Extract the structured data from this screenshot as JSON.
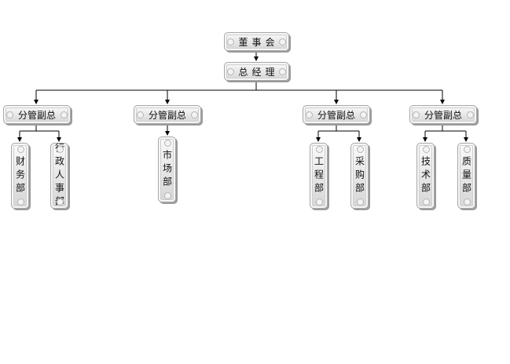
{
  "org_chart": {
    "board": {
      "label": "董事会"
    },
    "gm": {
      "label": "总经理"
    },
    "vps": [
      {
        "label": "分管副总",
        "departments": [
          {
            "label": "财务部"
          },
          {
            "label": "行政人事部"
          }
        ]
      },
      {
        "label": "分管副总",
        "departments": [
          {
            "label": "市场部"
          }
        ]
      },
      {
        "label": "分管副总",
        "departments": [
          {
            "label": "工程部"
          },
          {
            "label": "采购部"
          }
        ]
      },
      {
        "label": "分管副总",
        "departments": [
          {
            "label": "技术部"
          },
          {
            "label": "质量部"
          }
        ]
      }
    ]
  },
  "colors": {
    "line": "#000000",
    "box_border": "#a8a8a8",
    "box_fill": "#e4e4e4"
  }
}
